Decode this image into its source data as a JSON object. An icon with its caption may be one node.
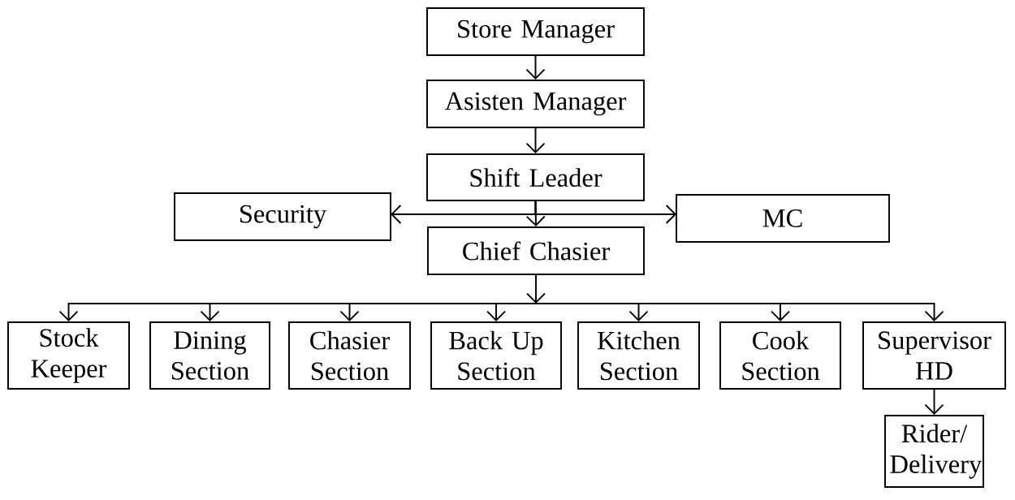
{
  "diagram": {
    "nodes": [
      {
        "text": [
          "Store Manager"
        ]
      },
      {
        "text": [
          "Asisten Manager"
        ]
      },
      {
        "text": [
          "Shift Leader"
        ]
      },
      {
        "text": [
          "Security"
        ]
      },
      {
        "text": [
          "MC"
        ]
      },
      {
        "text": [
          "Chief Chasier"
        ]
      },
      {
        "text": [
          "Stock Keeper"
        ]
      },
      {
        "text": [
          "Dining Section"
        ]
      },
      {
        "text": [
          "Chasier Section"
        ]
      },
      {
        "text": [
          "Back Up Section"
        ]
      },
      {
        "text": [
          "Kitchen Section"
        ]
      },
      {
        "text": [
          "Cook Section"
        ]
      },
      {
        "text": [
          "Supervisor HD"
        ]
      },
      {
        "text": [
          "Rider/ Delivery"
        ]
      }
    ],
    "edges": [
      {
        "from": 0,
        "to": 1,
        "arrow": "to"
      },
      {
        "from": 1,
        "to": 2,
        "arrow": "to"
      },
      {
        "from": 2,
        "to": 3,
        "arrow": "to"
      },
      {
        "from": 2,
        "to": 4,
        "arrow": "to"
      },
      {
        "from": 2,
        "to": 5,
        "arrow": "to"
      },
      {
        "from": 5,
        "to": 6,
        "arrow": "to"
      },
      {
        "from": 5,
        "to": 7,
        "arrow": "to"
      },
      {
        "from": 5,
        "to": 8,
        "arrow": "to"
      },
      {
        "from": 5,
        "to": 9,
        "arrow": "to"
      },
      {
        "from": 5,
        "to": 10,
        "arrow": "to"
      },
      {
        "from": 5,
        "to": 11,
        "arrow": "to"
      },
      {
        "from": 5,
        "to": 12,
        "arrow": "to"
      },
      {
        "from": 12,
        "to": 13,
        "arrow": "to"
      }
    ]
  }
}
